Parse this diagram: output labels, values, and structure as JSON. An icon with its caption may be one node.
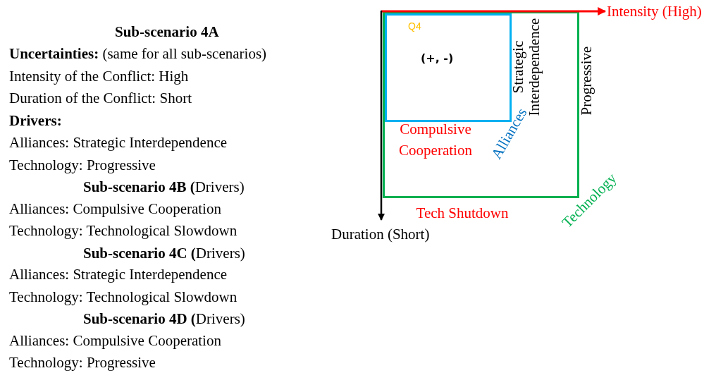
{
  "diagram": {
    "nodes": [
      {
        "text": [],
        "shape": "box",
        "beside": [
          "Progressive",
          "Tech Shutdown",
          "Technology"
        ]
      },
      {
        "text": [
          "Q4",
          "(+, -)"
        ],
        "in": 0,
        "beside": [
          "Strategic Interdependence",
          "Compulsive Cooperation",
          "Alliances"
        ]
      }
    ],
    "edges": [],
    "labels": [
      "Sub-scenario 4A",
      "**Uncertainties:** (same for all sub-scenarios)",
      "Intensity of the Conflict: High",
      "Duration of the Conflict: Short",
      "Drivers:",
      "Alliances: Strategic Interdependence",
      "Technology: Progressive",
      "**Sub-scenario 4B (**Drivers)",
      "Alliances: Compulsive Cooperation",
      "Technology: Technological Slowdown",
      "**Sub-scenario 4C (**Drivers)",
      "Alliances: Strategic Interdependence",
      "Technology: Technological Slowdown",
      "**Sub-scenario 4D (**Drivers)",
      "Alliances: Compulsive Cooperation",
      "Technology: Progressive",
      "Intensity (High)",
      "Duration (Short)"
    ]
  }
}
